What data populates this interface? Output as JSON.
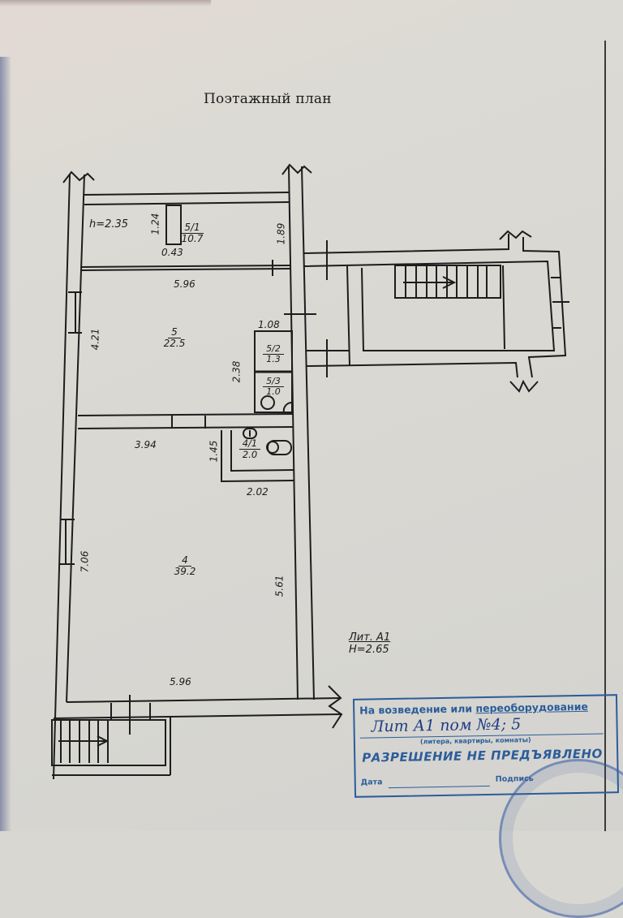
{
  "document": {
    "title": "Поэтажный план",
    "ceiling_note": "h=2.35",
    "litera": "Лит. А1",
    "height": "H=2.65"
  },
  "rooms": [
    {
      "number": "5/1",
      "area": "10.7"
    },
    {
      "number": "5",
      "area": "22.5"
    },
    {
      "number": "5/2",
      "area": "1.3"
    },
    {
      "number": "5/3",
      "area": "1.0"
    },
    {
      "number": "4/1",
      "area": "2.0"
    },
    {
      "number": "4",
      "area": "39.2"
    }
  ],
  "dimensions": {
    "d_1_24": "1.24",
    "d_0_43": "0.43",
    "d_1_89": "1.89",
    "d_5_96_top": "5.96",
    "d_4_21": "4.21",
    "d_1_08": "1.08",
    "d_2_38": "2.38",
    "d_3_94": "3.94",
    "d_1_45": "1.45",
    "d_2_02": "2.02",
    "d_7_06": "7.06",
    "d_5_61": "5.61",
    "d_5_96_bottom": "5.96"
  },
  "stamp": {
    "line1_prefix": "На возведение или ",
    "line1_underlined": "переоборудование",
    "handwritten": "Лит А1 пом №4; 5",
    "caption": "(литера, квартиры, комнаты)",
    "status": "РАЗРЕШЕНИЕ НЕ ПРЕДЪЯВЛЕНО",
    "date_label": "Дата",
    "signature_label": "Подпись"
  },
  "colors": {
    "paper": "#d9d7d1",
    "ink": "#1d1d1d",
    "stamp_blue": "#2b5d9a"
  }
}
